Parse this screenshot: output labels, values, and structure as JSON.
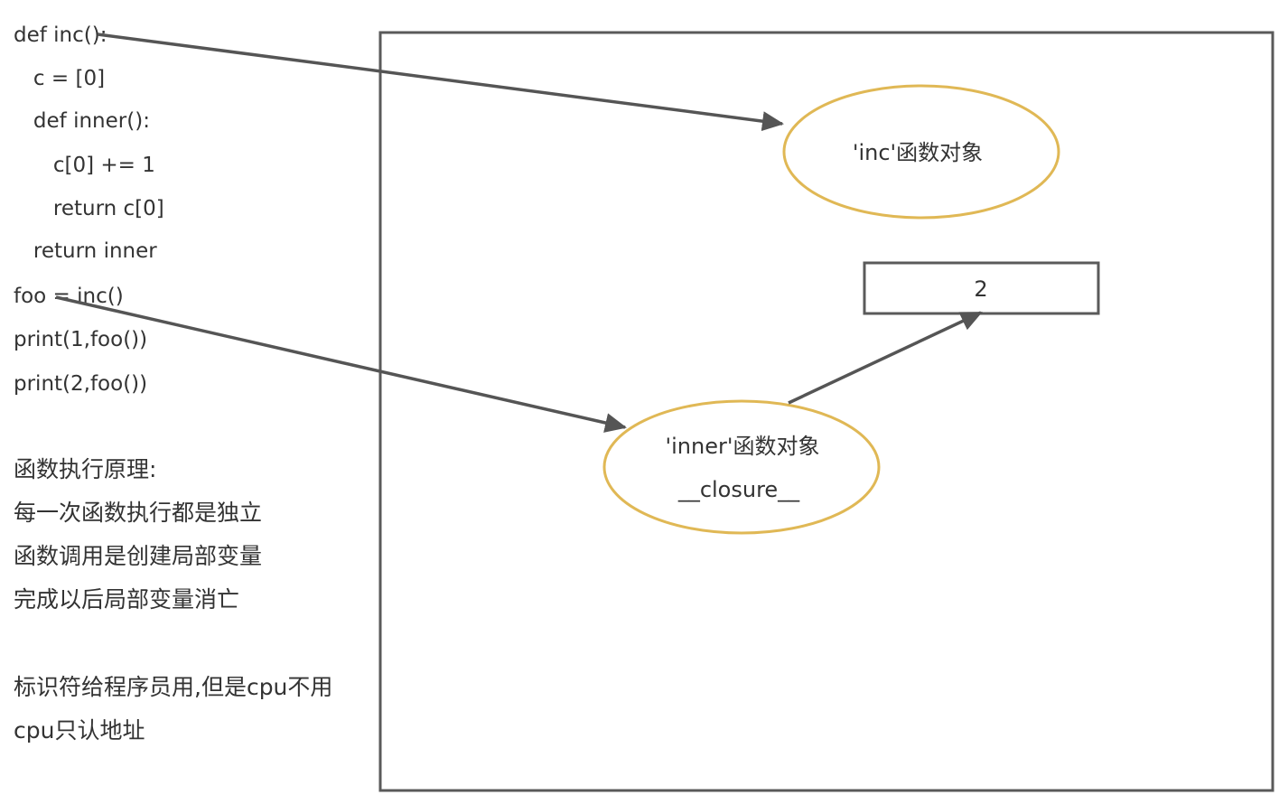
{
  "code": {
    "lines": [
      "def inc():",
      "   c = [0]",
      "   def inner():",
      "      c[0] += 1",
      "      return c[0]",
      "   return inner",
      "foo = inc()",
      "print(1,foo())",
      "print(2,foo())"
    ]
  },
  "notes": {
    "execution_principle": "函数执行原理:",
    "line1": "每一次函数执行都是独立",
    "line2": "函数调用是创建局部变量",
    "line3": "完成以后局部变量消亡",
    "identifier1": "标识符给程序员用,但是cpu不用",
    "identifier2": "cpu只认地址"
  },
  "diagram": {
    "inc_object_label": "'inc'函数对象",
    "inner_object_label": "'inner'函数对象",
    "inner_closure_label": "__closure__",
    "cell_value": "2",
    "colors": {
      "frame": "#5a5a5a",
      "ellipse": "#e0b855",
      "arrow": "#555555"
    }
  }
}
